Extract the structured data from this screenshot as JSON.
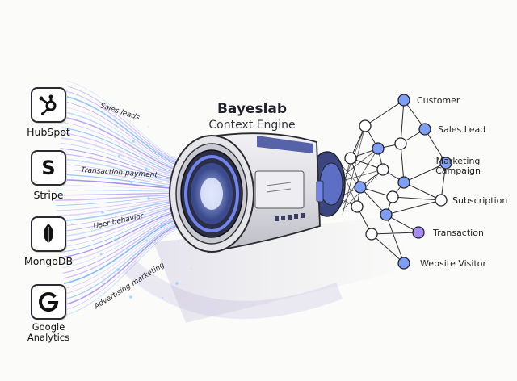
{
  "header": {
    "title": "Bayeslab",
    "subtitle": "Context Engine"
  },
  "sources": [
    {
      "name": "HubSpot",
      "icon": "hubspot-icon"
    },
    {
      "name": "Stripe",
      "icon": "stripe-icon"
    },
    {
      "name": "MongoDB",
      "icon": "mongodb-leaf-icon"
    },
    {
      "name": "Google Analytics",
      "name_lines": [
        "Google",
        "Analytics"
      ],
      "icon": "google-icon"
    }
  ],
  "streams": [
    {
      "label": "Sales leads"
    },
    {
      "label": "Transaction payment"
    },
    {
      "label": "User behavior"
    },
    {
      "label": "Advertising marketing"
    }
  ],
  "entities": [
    {
      "label": "Customer"
    },
    {
      "label": "Sales Lead"
    },
    {
      "label": "Marketing Campaign",
      "lines": [
        "Marketing",
        "Campaign"
      ]
    },
    {
      "label": "Subscription"
    },
    {
      "label": "Transaction"
    },
    {
      "label": "Website Visitor"
    }
  ],
  "colors": {
    "stream_purple": "#8a6cf0",
    "stream_blue": "#4aa8ff",
    "node_blue": "#7f9ff5",
    "node_purple": "#a98cf2",
    "ink": "#22222c"
  }
}
